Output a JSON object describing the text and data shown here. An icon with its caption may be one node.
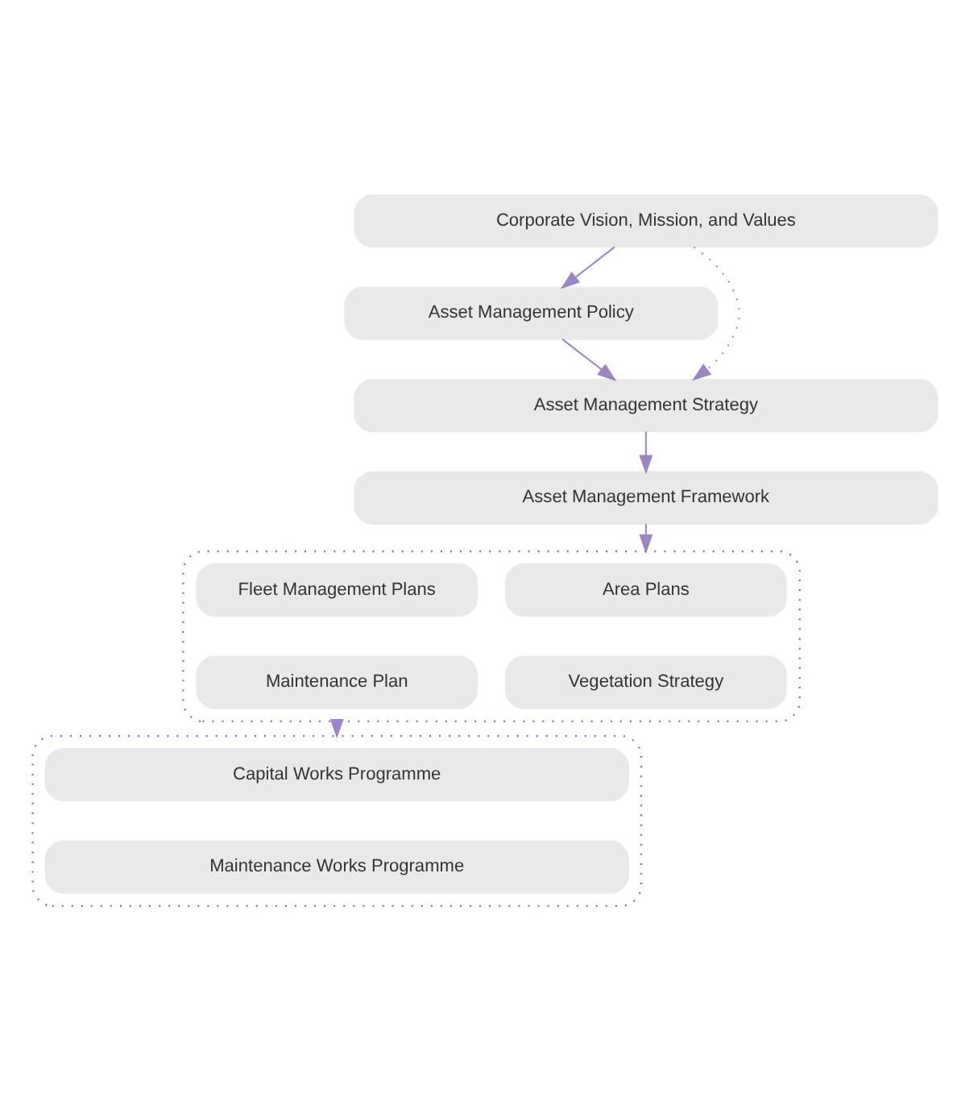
{
  "diagram": {
    "nodes": [
      {
        "text": [
          "Corporate Vision, Mission, and Values"
        ]
      },
      {
        "text": [
          "Asset Management Policy"
        ]
      },
      {
        "text": [
          "Asset Management Strategy"
        ]
      },
      {
        "text": [
          "Asset Management Framework"
        ]
      },
      {
        "text": [],
        "shape": "box"
      },
      {
        "text": [
          "Area Plans"
        ],
        "in": 4
      },
      {
        "text": [
          "Fleet Management Plans"
        ],
        "in": 4
      },
      {
        "text": [
          "Vegetation Strategy"
        ],
        "in": 4
      },
      {
        "text": [
          "Maintenance Plan"
        ],
        "in": 4
      },
      {
        "text": [],
        "shape": "box"
      },
      {
        "text": [
          "Capital Works Programme"
        ],
        "in": 9
      },
      {
        "text": [
          "Maintenance Works Programme"
        ],
        "in": 9
      }
    ],
    "edges": [
      {
        "from": 0,
        "to": 1,
        "arrow": "to"
      },
      {
        "from": 0,
        "to": 2,
        "arrow": "to",
        "style": "dashed"
      },
      {
        "from": 1,
        "to": 2,
        "arrow": "to"
      },
      {
        "from": 2,
        "to": 3,
        "arrow": "to"
      },
      {
        "from": 3,
        "to": 4,
        "arrow": "to"
      },
      {
        "from": 4,
        "to": 9,
        "arrow": "to"
      }
    ]
  }
}
